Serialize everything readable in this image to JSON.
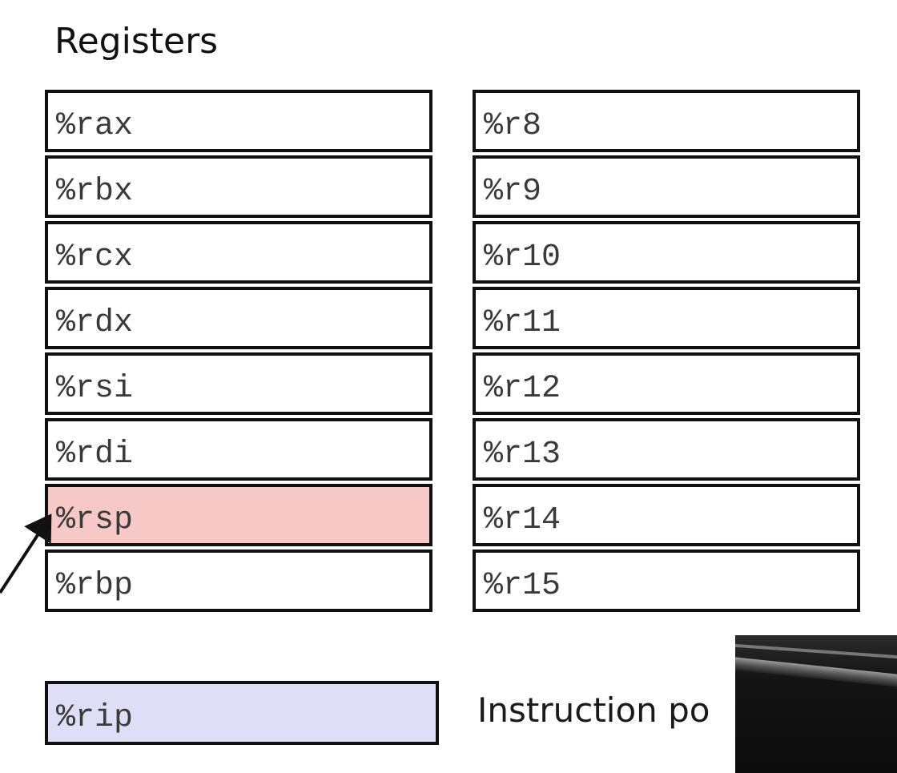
{
  "title": "Registers",
  "left_registers": [
    {
      "name": "%rax",
      "highlight": ""
    },
    {
      "name": "%rbx",
      "highlight": ""
    },
    {
      "name": "%rcx",
      "highlight": ""
    },
    {
      "name": "%rdx",
      "highlight": ""
    },
    {
      "name": "%rsi",
      "highlight": ""
    },
    {
      "name": "%rdi",
      "highlight": ""
    },
    {
      "name": "%rsp",
      "highlight": "#f7c9c6"
    },
    {
      "name": "%rbp",
      "highlight": ""
    }
  ],
  "right_registers": [
    {
      "name": "%r8"
    },
    {
      "name": "%r9"
    },
    {
      "name": "%r10"
    },
    {
      "name": "%r11"
    },
    {
      "name": "%r12"
    },
    {
      "name": "%r13"
    },
    {
      "name": "%r14"
    },
    {
      "name": "%r15"
    }
  ],
  "instruction_register": {
    "name": "%rip",
    "highlight": "#dedff7"
  },
  "instruction_label": "Instruction po",
  "colors": {
    "border": "#111111",
    "text": "#3a3a3a"
  }
}
